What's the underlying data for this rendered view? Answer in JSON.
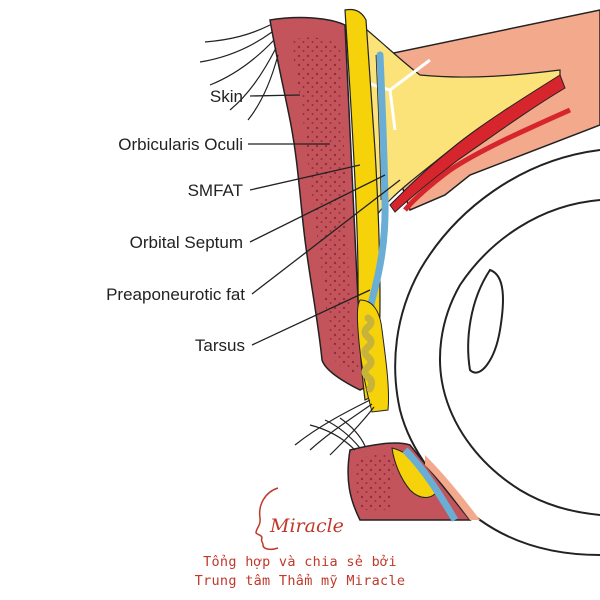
{
  "diagram": {
    "labels": [
      {
        "id": "skin",
        "text": "Skin"
      },
      {
        "id": "orbicularis",
        "text": "Orbicularis Oculi"
      },
      {
        "id": "smfat",
        "text": "SMFAT"
      },
      {
        "id": "septum",
        "text": "Orbital Septum"
      },
      {
        "id": "preaponeurotic",
        "text": "Preaponeurotic fat"
      },
      {
        "id": "tarsus",
        "text": "Tarsus"
      }
    ],
    "colors": {
      "skin": "#c4545c",
      "skin_dots": "#8c2730",
      "yellow": "#f5d20a",
      "fat": "#fbe37a",
      "septum": "#6aaed6",
      "muscle_red": "#d6252c",
      "peach": "#f2a98c",
      "tarsus_fill": "#f3e58c"
    }
  },
  "watermark": {
    "brand": "Miracle",
    "credit_line1": "Tổng hợp và chia sẻ bởi",
    "credit_line2": "Trung tâm Thẩm mỹ Miracle"
  }
}
